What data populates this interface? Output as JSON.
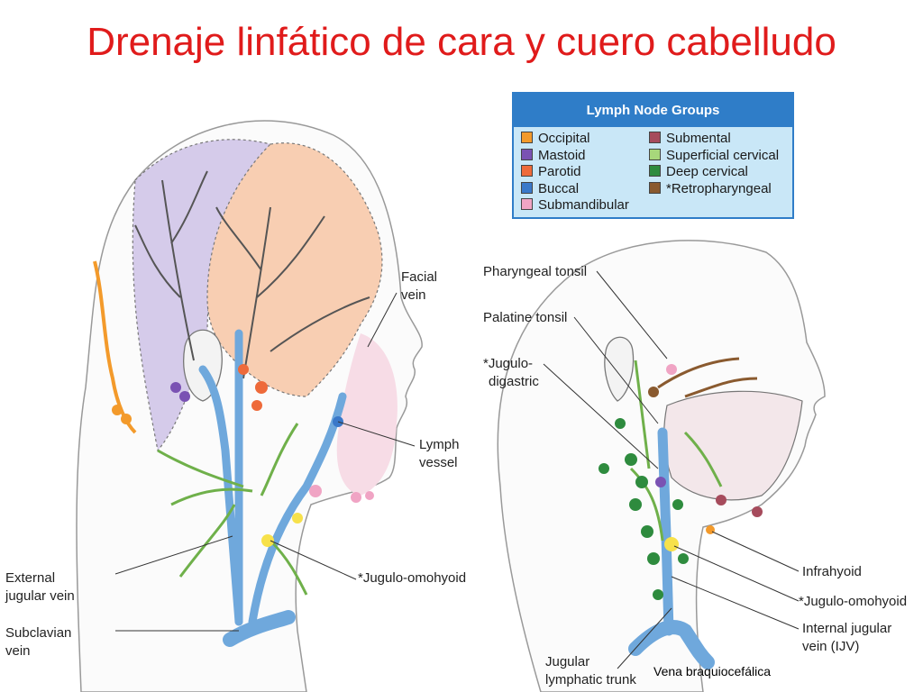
{
  "title": "Drenaje linfático de cara y cuero cabelludo",
  "legend": {
    "title": "Lymph Node Groups",
    "left": [
      {
        "label": "Occipital",
        "color": "#f39a2b"
      },
      {
        "label": "Mastoid",
        "color": "#7a52b3"
      },
      {
        "label": "Parotid",
        "color": "#ee6a3a"
      },
      {
        "label": "Buccal",
        "color": "#3a78c9"
      },
      {
        "label": "Submandibular",
        "color": "#f0a4c4"
      }
    ],
    "right": [
      {
        "label": "Submental",
        "color": "#a64b5c"
      },
      {
        "label": "Superficial cervical",
        "color": "#a7d77b"
      },
      {
        "label": "Deep cervical",
        "color": "#2e8b3e"
      },
      {
        "label": "*Retropharyngeal",
        "color": "#8a5a2f"
      }
    ]
  },
  "labels": {
    "facial_vein": [
      "Facial",
      "vein"
    ],
    "lymph_vessel": [
      "Lymph",
      "vessel"
    ],
    "external_jugular": [
      "External",
      "jugular vein"
    ],
    "subclavian": [
      "Subclavian",
      "vein"
    ],
    "jugulo_omohyoid_left": "*Jugulo-omohyoid",
    "pharyngeal_tonsil": "Pharyngeal tonsil",
    "palatine_tonsil": "Palatine tonsil",
    "jugulodigastric": [
      "*Jugulo-",
      "digastric"
    ],
    "infrahyoid": "Infrahyoid",
    "jugulo_omohyoid_right": "*Jugulo-omohyoid",
    "internal_jugular": [
      "Internal jugular",
      "vein (IJV)"
    ],
    "jugular_trunk": [
      "Jugular",
      "lymphatic trunk"
    ]
  },
  "caption": "Vena braquiocefálica",
  "colors": {
    "title": "#e01b1b",
    "vein": "#6fa8dc",
    "lymph_green": "#6fb04a",
    "scalp_purple": "#cfc3e8",
    "scalp_peach": "#f7c9a8"
  }
}
